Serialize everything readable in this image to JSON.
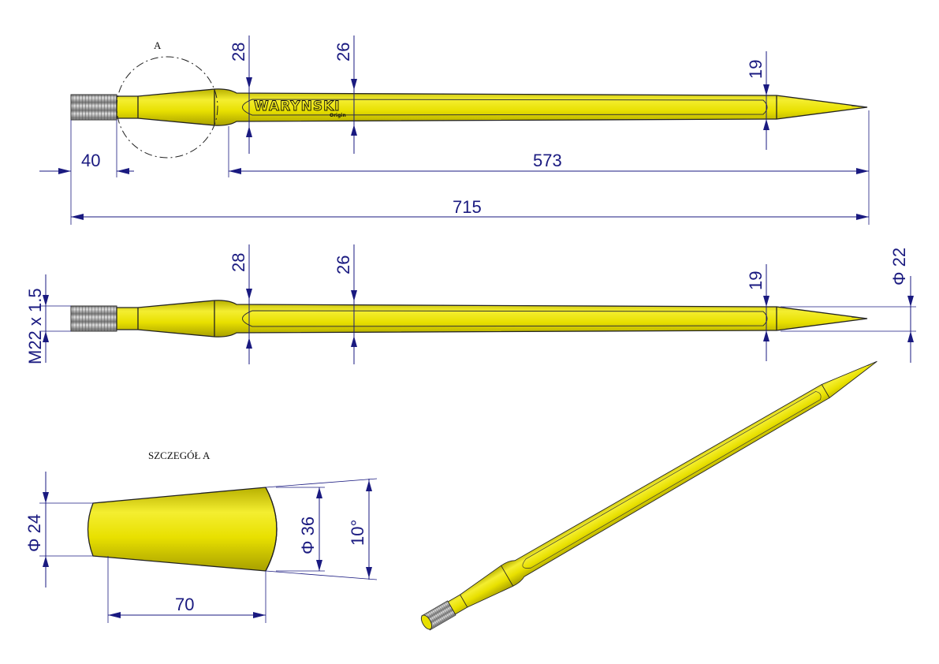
{
  "colors": {
    "part": "#e8e000",
    "dimension": "#1a1a80",
    "thread": "#9a9a9a"
  },
  "top_view": {
    "detail_marker": "A",
    "logo": {
      "brand": "WARYNSKI",
      "sub": "Origin"
    },
    "dims": {
      "d1": "28",
      "d2": "26",
      "d3": "19",
      "thread_len": "40",
      "shaft_len": "573",
      "total_len": "715"
    }
  },
  "side_view": {
    "dims": {
      "d1": "28",
      "d2": "26",
      "d3": "19",
      "tip_dia": "Φ 22",
      "thread": "M22 x 1.5"
    }
  },
  "detail": {
    "title": "SZCZEGÓŁ A",
    "dims": {
      "small_dia": "Φ 24",
      "large_dia": "Φ 36",
      "angle": "10°",
      "length": "70"
    }
  }
}
